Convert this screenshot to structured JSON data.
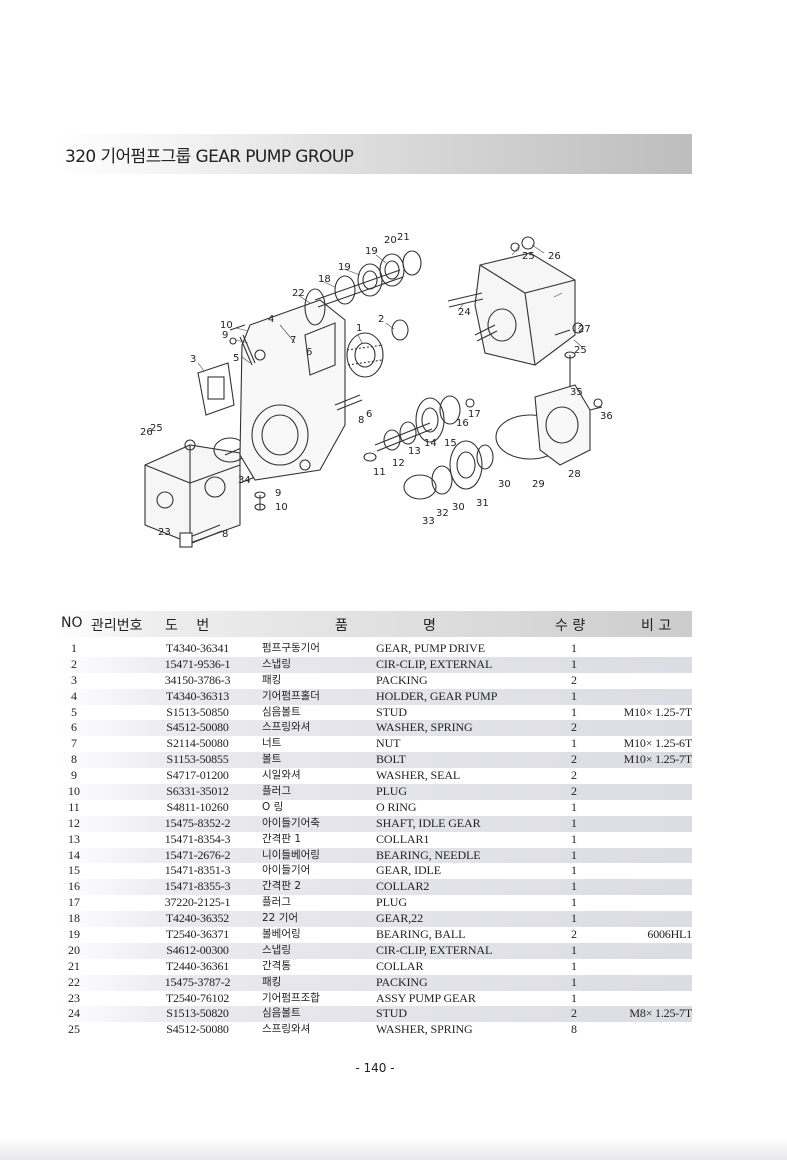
{
  "section": {
    "title": "320  기어펌프그룹 GEAR PUMP GROUP"
  },
  "diagram": {
    "callouts": [
      "1",
      "2",
      "3",
      "4",
      "5",
      "6",
      "6",
      "7",
      "8",
      "8",
      "9",
      "9",
      "10",
      "10",
      "11",
      "12",
      "13",
      "14",
      "15",
      "16",
      "17",
      "18",
      "19",
      "19",
      "20",
      "21",
      "22",
      "23",
      "24",
      "25",
      "25",
      "25",
      "26",
      "26",
      "27",
      "28",
      "29",
      "30",
      "30",
      "31",
      "32",
      "33",
      "34",
      "35",
      "36"
    ]
  },
  "table": {
    "headers": {
      "no": "NO",
      "mgmt": "관리번호",
      "drawing": "도  번",
      "name_left": "품",
      "name_right": "명",
      "qty": "수 량",
      "remark": "비 고"
    },
    "rows": [
      {
        "no": "1",
        "part": "T4340-36341",
        "kr": "펌프구동기어",
        "en": "GEAR, PUMP DRIVE",
        "qty": "1",
        "remark": ""
      },
      {
        "no": "2",
        "part": "15471-9536-1",
        "kr": "스냅링",
        "en": "CIR-CLIP, EXTERNAL",
        "qty": "1",
        "remark": ""
      },
      {
        "no": "3",
        "part": "34150-3786-3",
        "kr": "패킹",
        "en": "PACKING",
        "qty": "2",
        "remark": ""
      },
      {
        "no": "4",
        "part": "T4340-36313",
        "kr": "기어펌프홀더",
        "en": "HOLDER, GEAR PUMP",
        "qty": "1",
        "remark": ""
      },
      {
        "no": "5",
        "part": "S1513-50850",
        "kr": "심음볼트",
        "en": "STUD",
        "qty": "1",
        "remark": "M10× 1.25-7T"
      },
      {
        "no": "6",
        "part": "S4512-50080",
        "kr": "스프링와셔",
        "en": "WASHER, SPRING",
        "qty": "2",
        "remark": ""
      },
      {
        "no": "7",
        "part": "S2114-50080",
        "kr": "너트",
        "en": "NUT",
        "qty": "1",
        "remark": "M10× 1.25-6T"
      },
      {
        "no": "8",
        "part": "S1153-50855",
        "kr": "볼트",
        "en": "BOLT",
        "qty": "2",
        "remark": "M10× 1.25-7T"
      },
      {
        "no": "9",
        "part": "S4717-01200",
        "kr": "시일와셔",
        "en": "WASHER, SEAL",
        "qty": "2",
        "remark": ""
      },
      {
        "no": "10",
        "part": "S6331-35012",
        "kr": "플러그",
        "en": "PLUG",
        "qty": "2",
        "remark": ""
      },
      {
        "no": "11",
        "part": "S4811-10260",
        "kr": "O 링",
        "en": "O RING",
        "qty": "1",
        "remark": ""
      },
      {
        "no": "12",
        "part": "15475-8352-2",
        "kr": "아이들기어축",
        "en": "SHAFT, IDLE GEAR",
        "qty": "1",
        "remark": ""
      },
      {
        "no": "13",
        "part": "15471-8354-3",
        "kr": "간격판 1",
        "en": "COLLAR1",
        "qty": "1",
        "remark": ""
      },
      {
        "no": "14",
        "part": "15471-2676-2",
        "kr": "니이들베어링",
        "en": "BEARING, NEEDLE",
        "qty": "1",
        "remark": ""
      },
      {
        "no": "15",
        "part": "15471-8351-3",
        "kr": "아이들기어",
        "en": "GEAR, IDLE",
        "qty": "1",
        "remark": ""
      },
      {
        "no": "16",
        "part": "15471-8355-3",
        "kr": "간격판 2",
        "en": "COLLAR2",
        "qty": "1",
        "remark": ""
      },
      {
        "no": "17",
        "part": "37220-2125-1",
        "kr": "플러그",
        "en": "PLUG",
        "qty": "1",
        "remark": ""
      },
      {
        "no": "18",
        "part": "T4240-36352",
        "kr": "22 기어",
        "en": "GEAR,22",
        "qty": "1",
        "remark": ""
      },
      {
        "no": "19",
        "part": "T2540-36371",
        "kr": "볼베어링",
        "en": "BEARING, BALL",
        "qty": "2",
        "remark": "6006HL1"
      },
      {
        "no": "20",
        "part": "S4612-00300",
        "kr": "스냅링",
        "en": "CIR-CLIP, EXTERNAL",
        "qty": "1",
        "remark": ""
      },
      {
        "no": "21",
        "part": "T2440-36361",
        "kr": "간격통",
        "en": "COLLAR",
        "qty": "1",
        "remark": ""
      },
      {
        "no": "22",
        "part": "15475-3787-2",
        "kr": "패킹",
        "en": "PACKING",
        "qty": "1",
        "remark": ""
      },
      {
        "no": "23",
        "part": "T2540-76102",
        "kr": "기어펌프조합",
        "en": "ASSY PUMP GEAR",
        "qty": "1",
        "remark": ""
      },
      {
        "no": "24",
        "part": "S1513-50820",
        "kr": "심음볼트",
        "en": "STUD",
        "qty": "2",
        "remark": "M8× 1.25-7T"
      },
      {
        "no": "25",
        "part": "S4512-50080",
        "kr": "스프링와셔",
        "en": "WASHER, SPRING",
        "qty": "8",
        "remark": ""
      }
    ]
  },
  "footer": {
    "page": "- 140 -"
  }
}
